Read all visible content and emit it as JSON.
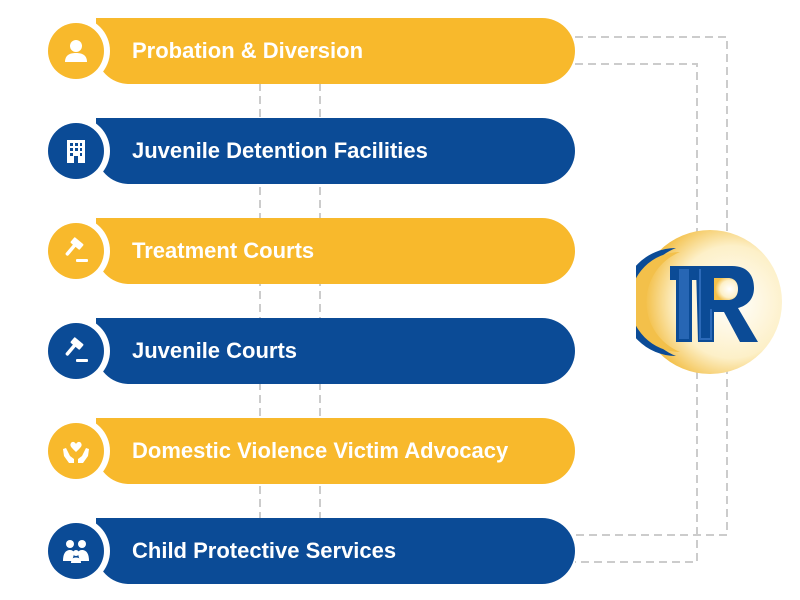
{
  "items": [
    {
      "label": "Probation & Diversion",
      "theme": "yellow",
      "icon": "person-icon"
    },
    {
      "label": "Juvenile Detention Facilities",
      "theme": "blue",
      "icon": "building-icon"
    },
    {
      "label": "Treatment Courts",
      "theme": "yellow",
      "icon": "gavel-icon"
    },
    {
      "label": "Juvenile Courts",
      "theme": "blue",
      "icon": "gavel-icon"
    },
    {
      "label": "Domestic Violence Victim Advocacy",
      "theme": "yellow",
      "icon": "heart-hands-icon"
    },
    {
      "label": "Child Protective Services",
      "theme": "blue",
      "icon": "family-icon"
    }
  ],
  "colors": {
    "yellow": "#f8b92c",
    "blue": "#0b4b96",
    "connector": "#cccccc"
  },
  "logo": {
    "name": "tr-logo"
  }
}
